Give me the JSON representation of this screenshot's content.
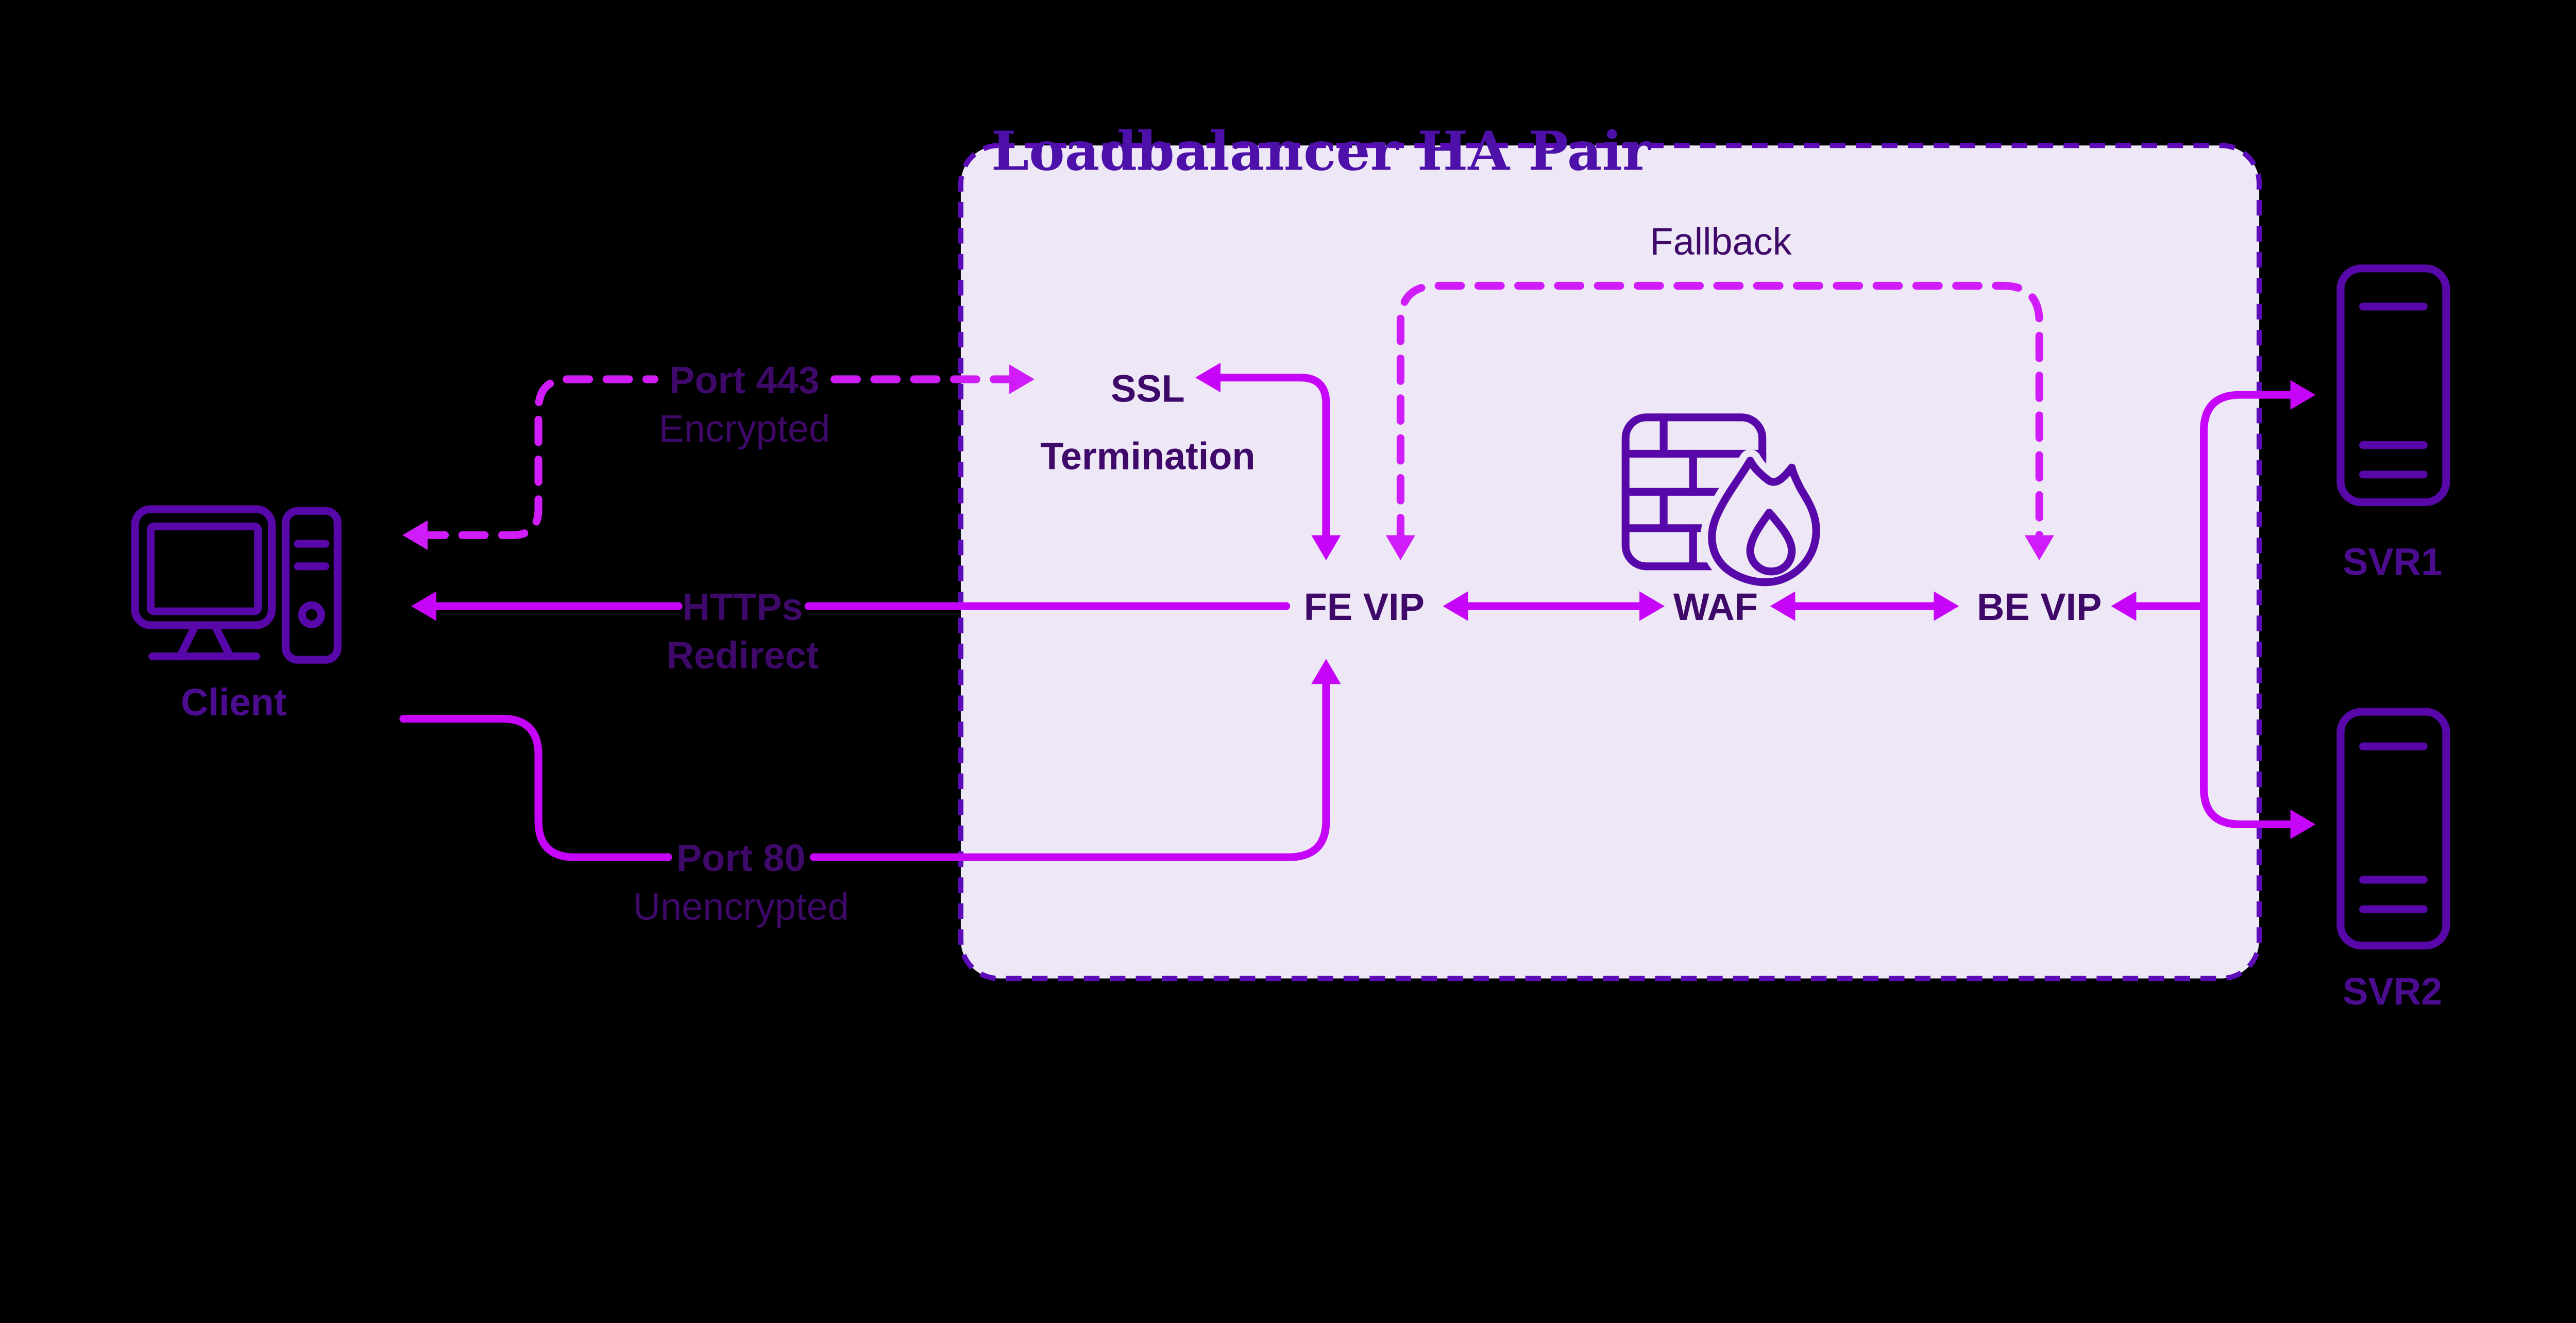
{
  "title": "Loadbalancer HA Pair",
  "colors": {
    "background": "#000000",
    "panel_fill": "#EDE7F6",
    "panel_border": "#5D0BB8",
    "arrow_solid": "#C604F8",
    "arrow_dashed": "#D01CF8",
    "icon_stroke": "#5808A8",
    "label_dark": "#3E0968",
    "label_outside_box": "#4C0C90",
    "title_color": "#4D10A8"
  },
  "nodes": {
    "client": {
      "label": "Client",
      "icon": "desktop-computer-icon"
    },
    "ssl_termination": {
      "line1": "SSL",
      "line2": "Termination"
    },
    "fe_vip": {
      "label": "FE VIP"
    },
    "waf": {
      "label": "WAF",
      "icon": "firewall-flame-icon"
    },
    "be_vip": {
      "label": "BE VIP"
    },
    "svr1": {
      "label": "SVR1",
      "icon": "server-icon"
    },
    "svr2": {
      "label": "SVR2",
      "icon": "server-icon"
    }
  },
  "links": {
    "port_443": {
      "line1": "Port 443",
      "line2": "Encrypted",
      "style": "dashed",
      "between": [
        "client",
        "ssl_termination"
      ]
    },
    "https_redirect": {
      "line1": "HTTPs",
      "line2": "Redirect",
      "style": "solid",
      "between": [
        "fe_vip",
        "client"
      ]
    },
    "port_80": {
      "line1": "Port 80",
      "line2": "Unencrypted",
      "style": "solid",
      "between": [
        "client",
        "fe_vip"
      ]
    },
    "fallback": {
      "label": "Fallback",
      "style": "dashed",
      "between": [
        "fe_vip",
        "be_vip"
      ]
    },
    "fe_vip_waf": {
      "style": "solid",
      "direction": "bidirectional"
    },
    "waf_be_vip": {
      "style": "solid",
      "direction": "bidirectional"
    },
    "ssl_to_fe_vip": {
      "style": "solid"
    },
    "servers_trunk": {
      "style": "solid",
      "targets": [
        "be_vip",
        "svr1",
        "svr2"
      ]
    }
  }
}
